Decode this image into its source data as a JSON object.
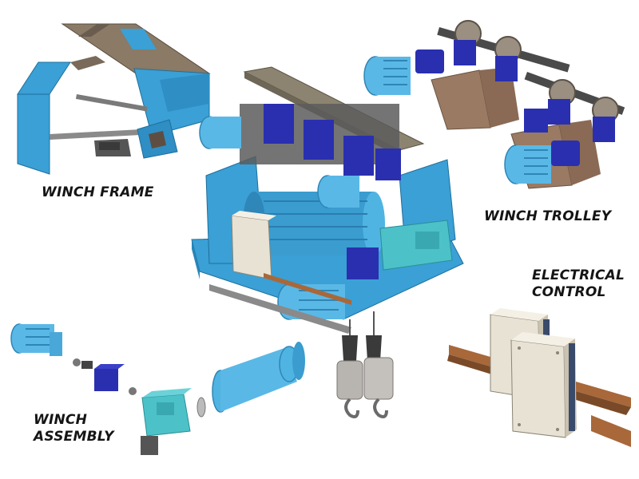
{
  "labels": {
    "winch_frame": "WINCH FRAME",
    "winch_trolley": "WINCH TROLLEY",
    "electrical_line1": "ELECTRICAL",
    "electrical_line2": "CONTROL",
    "winch_assembly_line1": "WINCH",
    "winch_assembly_line2": "ASSEMBLY"
  },
  "colors": {
    "frame_blue": "#3aa0d6",
    "motor_blue": "#5ab8e6",
    "gearbox_navy": "#2a2fb0",
    "teal_gearbox": "#4cc1c8",
    "rail_rust": "#a8683a",
    "plate_brown": "#8a6a55",
    "enclosure_cream": "#e8e2d4",
    "steel_grey": "#8a8a8a"
  }
}
